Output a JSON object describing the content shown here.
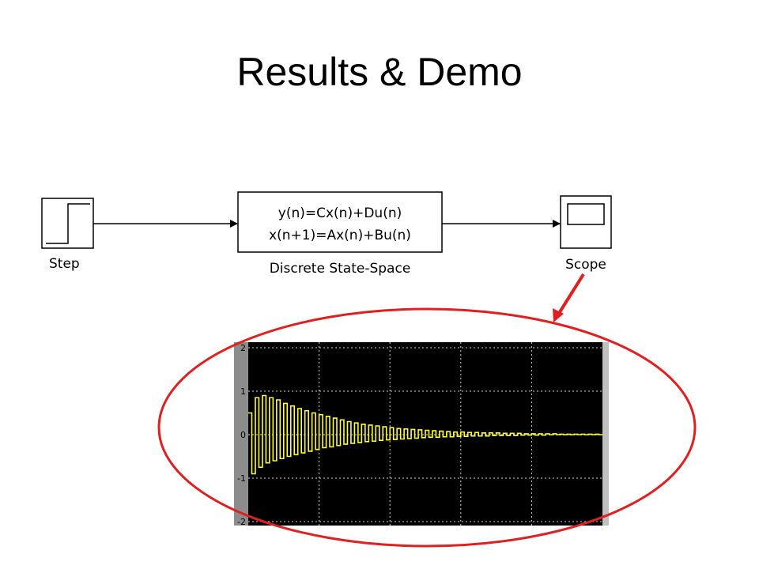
{
  "slide": {
    "title": "Results & Demo"
  },
  "diagram": {
    "blocks": {
      "step": {
        "label": "Step"
      },
      "state_space": {
        "label": "Discrete State-Space",
        "equation_output": "y(n)=Cx(n)+Du(n)",
        "equation_state": "x(n+1)=Ax(n)+Bu(n)"
      },
      "scope": {
        "label": "Scope"
      }
    }
  },
  "colors": {
    "highlight": "#e02020",
    "scope_background": "#000000",
    "signal": "#ffff33",
    "grid": "#d0d0d0",
    "axis_strip": "#8c8c8c"
  },
  "chart_data": {
    "type": "line",
    "xlim": [
      0,
      50
    ],
    "ylim": [
      -2,
      2
    ],
    "y_ticks": [
      "2",
      "1",
      "0",
      "-1",
      "-2"
    ],
    "grid": true,
    "x_gridlines": 5,
    "description": "decaying oscillation (step response of a discrete state-space system)",
    "series": [
      {
        "x": [
          0,
          0.5,
          1,
          1.5,
          2,
          2.5,
          3,
          3.5,
          4,
          4.5,
          5,
          5.5,
          6,
          6.5,
          7,
          7.5,
          8,
          8.5,
          9,
          9.5,
          10,
          10.5,
          11,
          11.5,
          12,
          12.5,
          13,
          13.5,
          14,
          14.5,
          15,
          15.5,
          16,
          16.5,
          17,
          17.5,
          18,
          18.5,
          19,
          19.5,
          20,
          20.5,
          21,
          21.5,
          22,
          22.5,
          23,
          23.5,
          24,
          24.5,
          25,
          25.5,
          26,
          26.5,
          27,
          27.5,
          28,
          28.5,
          29,
          29.5,
          30,
          30.5,
          31,
          31.5,
          32,
          32.5,
          33,
          33.5,
          34,
          34.5,
          35,
          35.5,
          36,
          36.5,
          37,
          37.5,
          38,
          38.5,
          39,
          39.5,
          40,
          40.5,
          41,
          41.5,
          42,
          42.5,
          43,
          43.5,
          44,
          44.5,
          45,
          45.5,
          46,
          46.5,
          47,
          47.5,
          48,
          48.5,
          49,
          49.5,
          50
        ],
        "y": [
          0.5,
          -0.9,
          0.85,
          -0.75,
          0.9,
          -0.65,
          0.85,
          -0.6,
          0.8,
          -0.55,
          0.72,
          -0.5,
          0.66,
          -0.46,
          0.6,
          -0.42,
          0.55,
          -0.38,
          0.5,
          -0.34,
          0.46,
          -0.3,
          0.42,
          -0.28,
          0.38,
          -0.25,
          0.34,
          -0.22,
          0.3,
          -0.2,
          0.27,
          -0.18,
          0.24,
          -0.16,
          0.22,
          -0.15,
          0.2,
          -0.13,
          0.18,
          -0.12,
          0.16,
          -0.11,
          0.14,
          -0.1,
          0.13,
          -0.09,
          0.12,
          -0.08,
          0.11,
          -0.07,
          0.1,
          -0.06,
          0.09,
          -0.06,
          0.08,
          -0.05,
          0.07,
          -0.05,
          0.06,
          -0.04,
          0.06,
          -0.04,
          0.05,
          -0.03,
          0.05,
          -0.03,
          0.04,
          -0.03,
          0.04,
          -0.02,
          0.04,
          -0.02,
          0.03,
          -0.02,
          0.03,
          -0.02,
          0.03,
          -0.01,
          0.02,
          -0.01,
          0.02,
          -0.01,
          0.02,
          -0.01,
          0.02,
          0,
          0.02,
          0,
          0.01,
          0,
          0.01,
          0,
          0.01,
          0,
          0.01,
          0,
          0.01,
          0,
          0.01,
          0,
          0
        ]
      }
    ]
  }
}
